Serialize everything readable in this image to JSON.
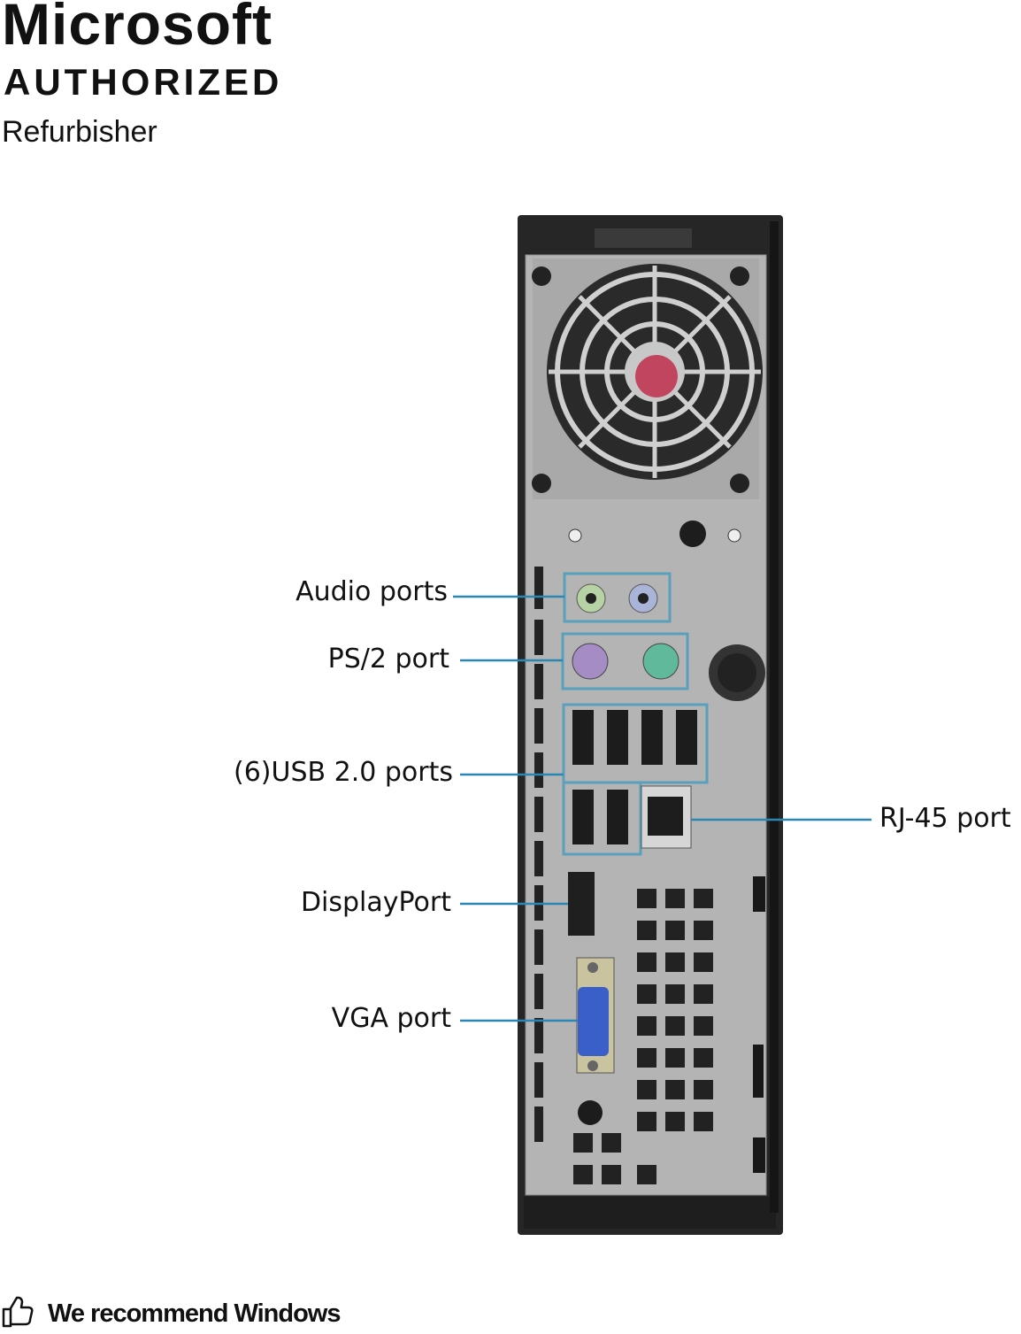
{
  "brand": {
    "main": "Microsoft",
    "sub": "AUTHORIZED",
    "tagline": "Refurbisher"
  },
  "labels": {
    "audio": "Audio ports",
    "ps2": "PS/2 port",
    "usb": "(6)USB 2.0 ports",
    "rj45": "RJ-45 port",
    "displayport": "DisplayPort",
    "vga": "VGA port"
  },
  "footer": {
    "icon": "thumbs-up-icon",
    "text": "We recommend Windows"
  },
  "colors": {
    "callout": "#2a87b5",
    "chassis": "#2b2b2b",
    "panel": "#b8b8b8"
  }
}
